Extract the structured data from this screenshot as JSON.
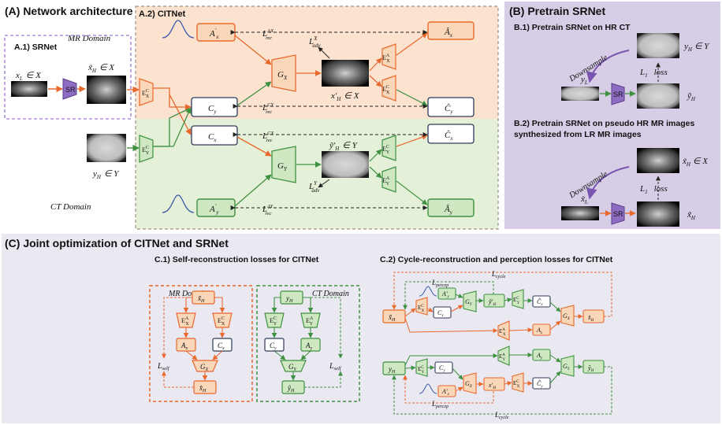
{
  "panels": {
    "a_title": "(A) Network architecture",
    "a1_title": "A.1) SRNet",
    "a2_title": "A.2) CITNet",
    "b_title": "(B) Pretrain SRNet",
    "b1_title": "B.1) Pretrain SRNet on HR CT",
    "b2_title_line1": "B.2) Pretrain SRNet on pseudo HR MR images",
    "b2_title_line2": "synthesized from LR MR images",
    "c_title": "(C) Joint optimization of CITNet and SRNet",
    "c1_title": "C.1) Self-reconstruction losses for CITNet",
    "c2_title": "C.2) Cycle-reconstruction and perception losses for CITNet"
  },
  "domains": {
    "mr": "MR Domain",
    "ct": "CT Domain"
  },
  "labels": {
    "xl": "x",
    "xl_sub": "L",
    "in_x": "∈ X",
    "in_y": "∈ Y",
    "sr": "SR",
    "downsample": "Downsample",
    "loss": "loss",
    "l1": "L",
    "l1_sub": "1"
  },
  "nodes": {
    "ax_prime": "A",
    "cy": "C",
    "cx": "C",
    "ay_prime": "A",
    "ax_hat": "Â",
    "cy_hat": "Ĉ",
    "cx_hat": "Ĉ",
    "ay_hat": "Â",
    "gx": "G",
    "gy": "G",
    "e": "E"
  },
  "losses": {
    "rec_ax": "L",
    "rec_cy": "L",
    "rec_cx": "L",
    "rec_ay": "L",
    "adv_x": "L",
    "adv_y": "L",
    "self": "L",
    "percep": "L",
    "cycle": "L"
  },
  "colors": {
    "orange": "#e8692e",
    "orange_fill": "#f9d7b8",
    "green": "#3e9141",
    "green_fill": "#cfe8c2",
    "purple": "#7a55b0",
    "navy": "#2e3a5a",
    "mr_bg": "#fbe3cf",
    "ct_bg": "#e5f0d8",
    "b_bg": "#d8cde6",
    "c_bg": "#eae8f1"
  }
}
